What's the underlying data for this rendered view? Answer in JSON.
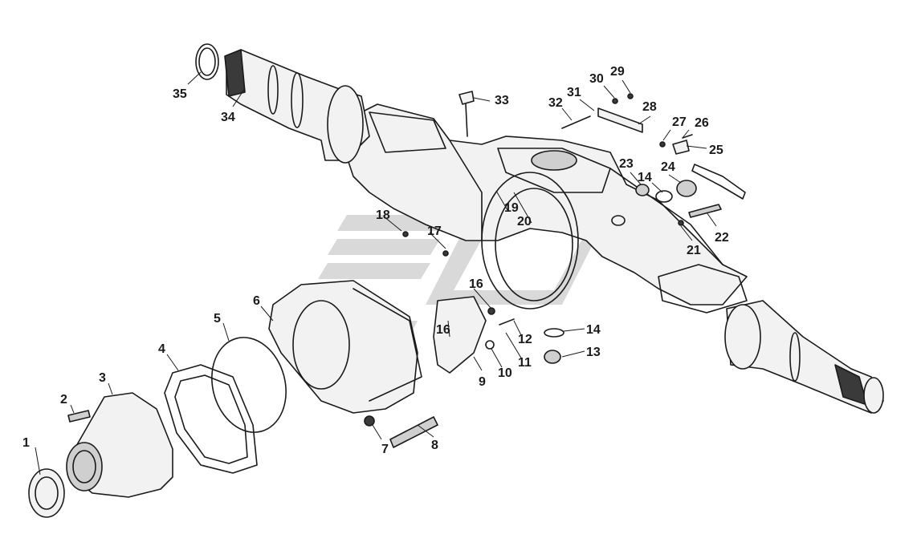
{
  "diagram": {
    "callouts": [
      "1",
      "2",
      "3",
      "4",
      "5",
      "6",
      "7",
      "8",
      "9",
      "10",
      "11",
      "12",
      "13",
      "14",
      "14",
      "16",
      "16",
      "17",
      "18",
      "19",
      "20",
      "21",
      "22",
      "23",
      "24",
      "25",
      "26",
      "27",
      "28",
      "29",
      "30",
      "31",
      "32",
      "33",
      "34",
      "35"
    ]
  },
  "colors": {
    "line": "#1a1a1a",
    "background": "#ffffff",
    "watermark": "#d9d9d9"
  }
}
